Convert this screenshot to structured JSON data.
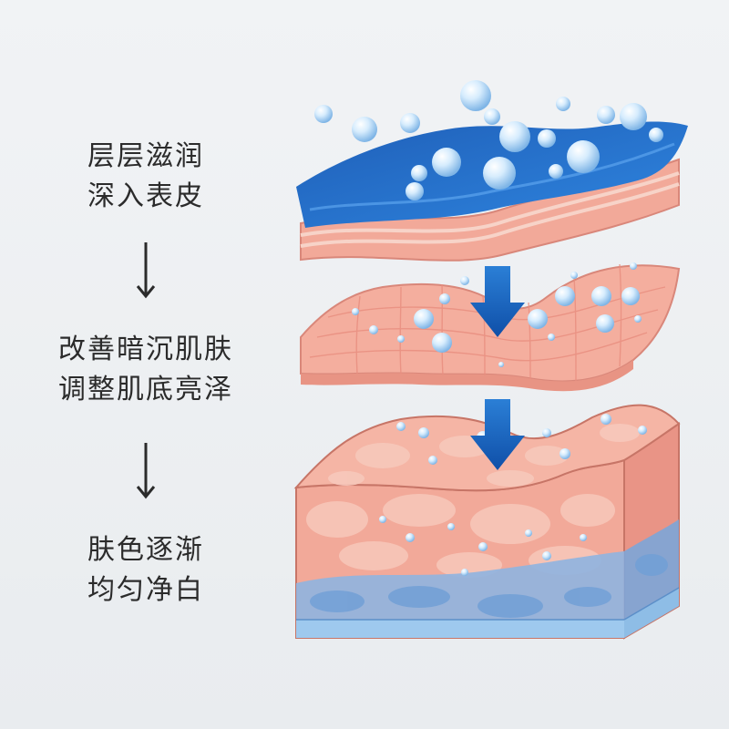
{
  "steps": [
    {
      "line1": "层层滋润",
      "line2": "深入表皮"
    },
    {
      "line1": "改善暗沉肌肤",
      "line2": "调整肌底亮泽"
    },
    {
      "line1": "肤色逐渐",
      "line2": "均匀净白"
    }
  ],
  "icons": {
    "step_arrow": "arrow-down-icon",
    "flow_arrow": "blue-arrow-down-icon"
  },
  "colors": {
    "text": "#2b2b2b",
    "moisture_blue": "#1f6fc9",
    "moisture_blue_light": "#4a9be8",
    "skin_pink": "#f2a999",
    "skin_pink_light": "#f7c8bb",
    "dermis_blue": "#6f9fd6",
    "droplet": "#bfe0fb"
  }
}
